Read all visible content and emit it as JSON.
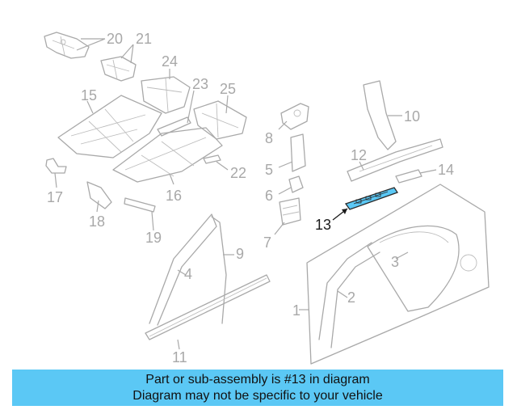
{
  "diagram": {
    "highlight_color": "#5bc8f5",
    "highlighted_part": "13",
    "part_labels": [
      "20",
      "21",
      "24",
      "23",
      "25",
      "15",
      "10",
      "8",
      "12",
      "5",
      "22",
      "14",
      "17",
      "16",
      "6",
      "18",
      "13",
      "7",
      "19",
      "9",
      "3",
      "4",
      "2",
      "1",
      "11"
    ]
  },
  "banner": {
    "line1": "Part or sub-assembly is #13 in diagram",
    "line2": "Diagram may not be specific to your vehicle",
    "background": "#5bc8f5"
  }
}
